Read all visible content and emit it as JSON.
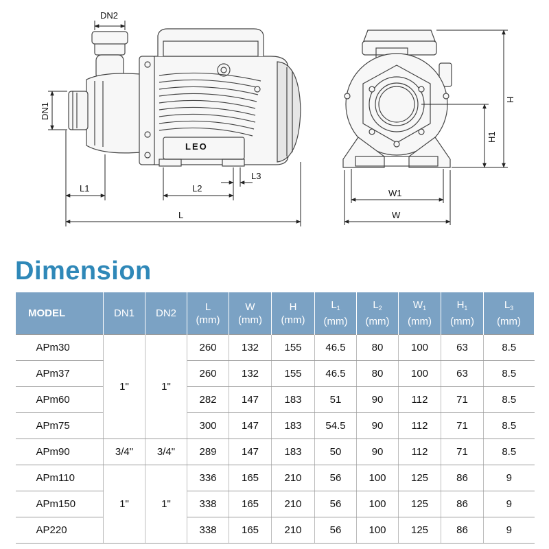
{
  "drawing": {
    "labels": {
      "dn2": "DN2",
      "dn1": "DN1",
      "l1": "L1",
      "l2": "L2",
      "l3": "L3",
      "l": "L",
      "w1": "W1",
      "w": "W",
      "h": "H",
      "h1": "H1",
      "brand": "LEO"
    }
  },
  "section_title": "Dimension",
  "table": {
    "headers": [
      {
        "top": "MODEL",
        "unit": ""
      },
      {
        "top": "DN1",
        "unit": ""
      },
      {
        "top": "DN2",
        "unit": ""
      },
      {
        "top": "L",
        "sub": "",
        "unit": "(mm)"
      },
      {
        "top": "W",
        "sub": "",
        "unit": "(mm)"
      },
      {
        "top": "H",
        "sub": "",
        "unit": "(mm)"
      },
      {
        "top": "L",
        "sub": "1",
        "unit": "(mm)"
      },
      {
        "top": "L",
        "sub": "2",
        "unit": "(mm)"
      },
      {
        "top": "W",
        "sub": "1",
        "unit": "(mm)"
      },
      {
        "top": "H",
        "sub": "1",
        "unit": "(mm)"
      },
      {
        "top": "L",
        "sub": "3",
        "unit": "(mm)"
      }
    ],
    "groups": [
      {
        "dn1": "1\"",
        "dn2": "1\"",
        "rows": [
          {
            "model": "APm30",
            "values": [
              "260",
              "132",
              "155",
              "46.5",
              "80",
              "100",
              "63",
              "8.5"
            ]
          },
          {
            "model": "APm37",
            "values": [
              "260",
              "132",
              "155",
              "46.5",
              "80",
              "100",
              "63",
              "8.5"
            ]
          },
          {
            "model": "APm60",
            "values": [
              "282",
              "147",
              "183",
              "51",
              "90",
              "112",
              "71",
              "8.5"
            ]
          },
          {
            "model": "APm75",
            "values": [
              "300",
              "147",
              "183",
              "54.5",
              "90",
              "112",
              "71",
              "8.5"
            ]
          }
        ]
      },
      {
        "dn1": "3/4\"",
        "dn2": "3/4\"",
        "rows": [
          {
            "model": "APm90",
            "values": [
              "289",
              "147",
              "183",
              "50",
              "90",
              "112",
              "71",
              "8.5"
            ]
          }
        ]
      },
      {
        "dn1": "1\"",
        "dn2": "1\"",
        "rows": [
          {
            "model": "APm110",
            "values": [
              "336",
              "165",
              "210",
              "56",
              "100",
              "125",
              "86",
              "9"
            ]
          },
          {
            "model": "APm150",
            "values": [
              "338",
              "165",
              "210",
              "56",
              "100",
              "125",
              "86",
              "9"
            ]
          },
          {
            "model": "AP220",
            "values": [
              "338",
              "165",
              "210",
              "56",
              "100",
              "125",
              "86",
              "9"
            ]
          }
        ]
      }
    ]
  }
}
